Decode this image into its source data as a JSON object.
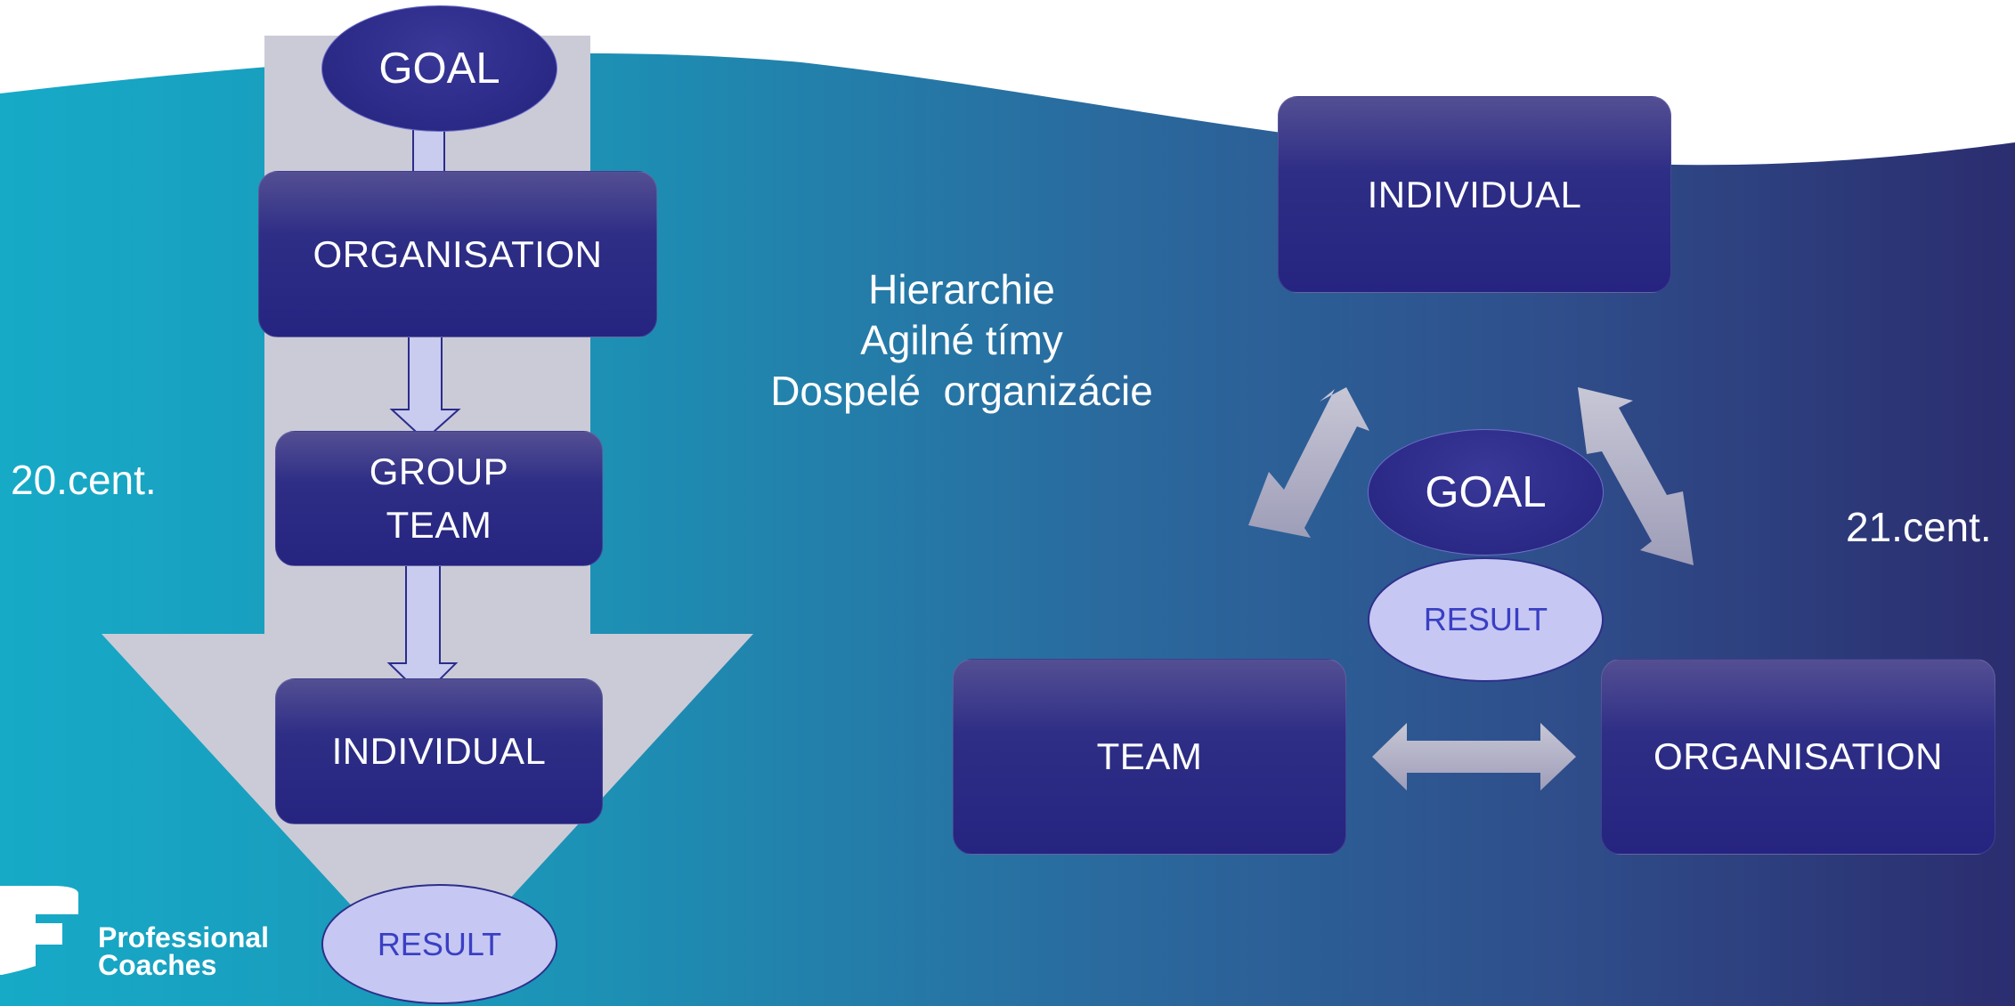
{
  "left": {
    "goal": "GOAL",
    "organisation": "ORGANISATION",
    "group_team": [
      "GROUP",
      "TEAM"
    ],
    "individual": "INDIVIDUAL",
    "result": "RESULT",
    "era": "20.cent."
  },
  "center": {
    "lines": [
      "Hierarchie",
      "Agilné tímy",
      "Dospelé  organizácie"
    ]
  },
  "right": {
    "individual": "INDIVIDUAL",
    "goal": "GOAL",
    "result": "RESULT",
    "team": "TEAM",
    "organisation": "ORGANISATION",
    "era": "21.cent."
  },
  "logo": {
    "line1": "Professional",
    "line2": "Coaches"
  },
  "colors": {
    "background_left": "#15a9c6",
    "background_right": "#2c2d70",
    "box": "#2e2e86",
    "result_fill": "#c6c8f3",
    "big_arrow": "#cbcbd8"
  }
}
